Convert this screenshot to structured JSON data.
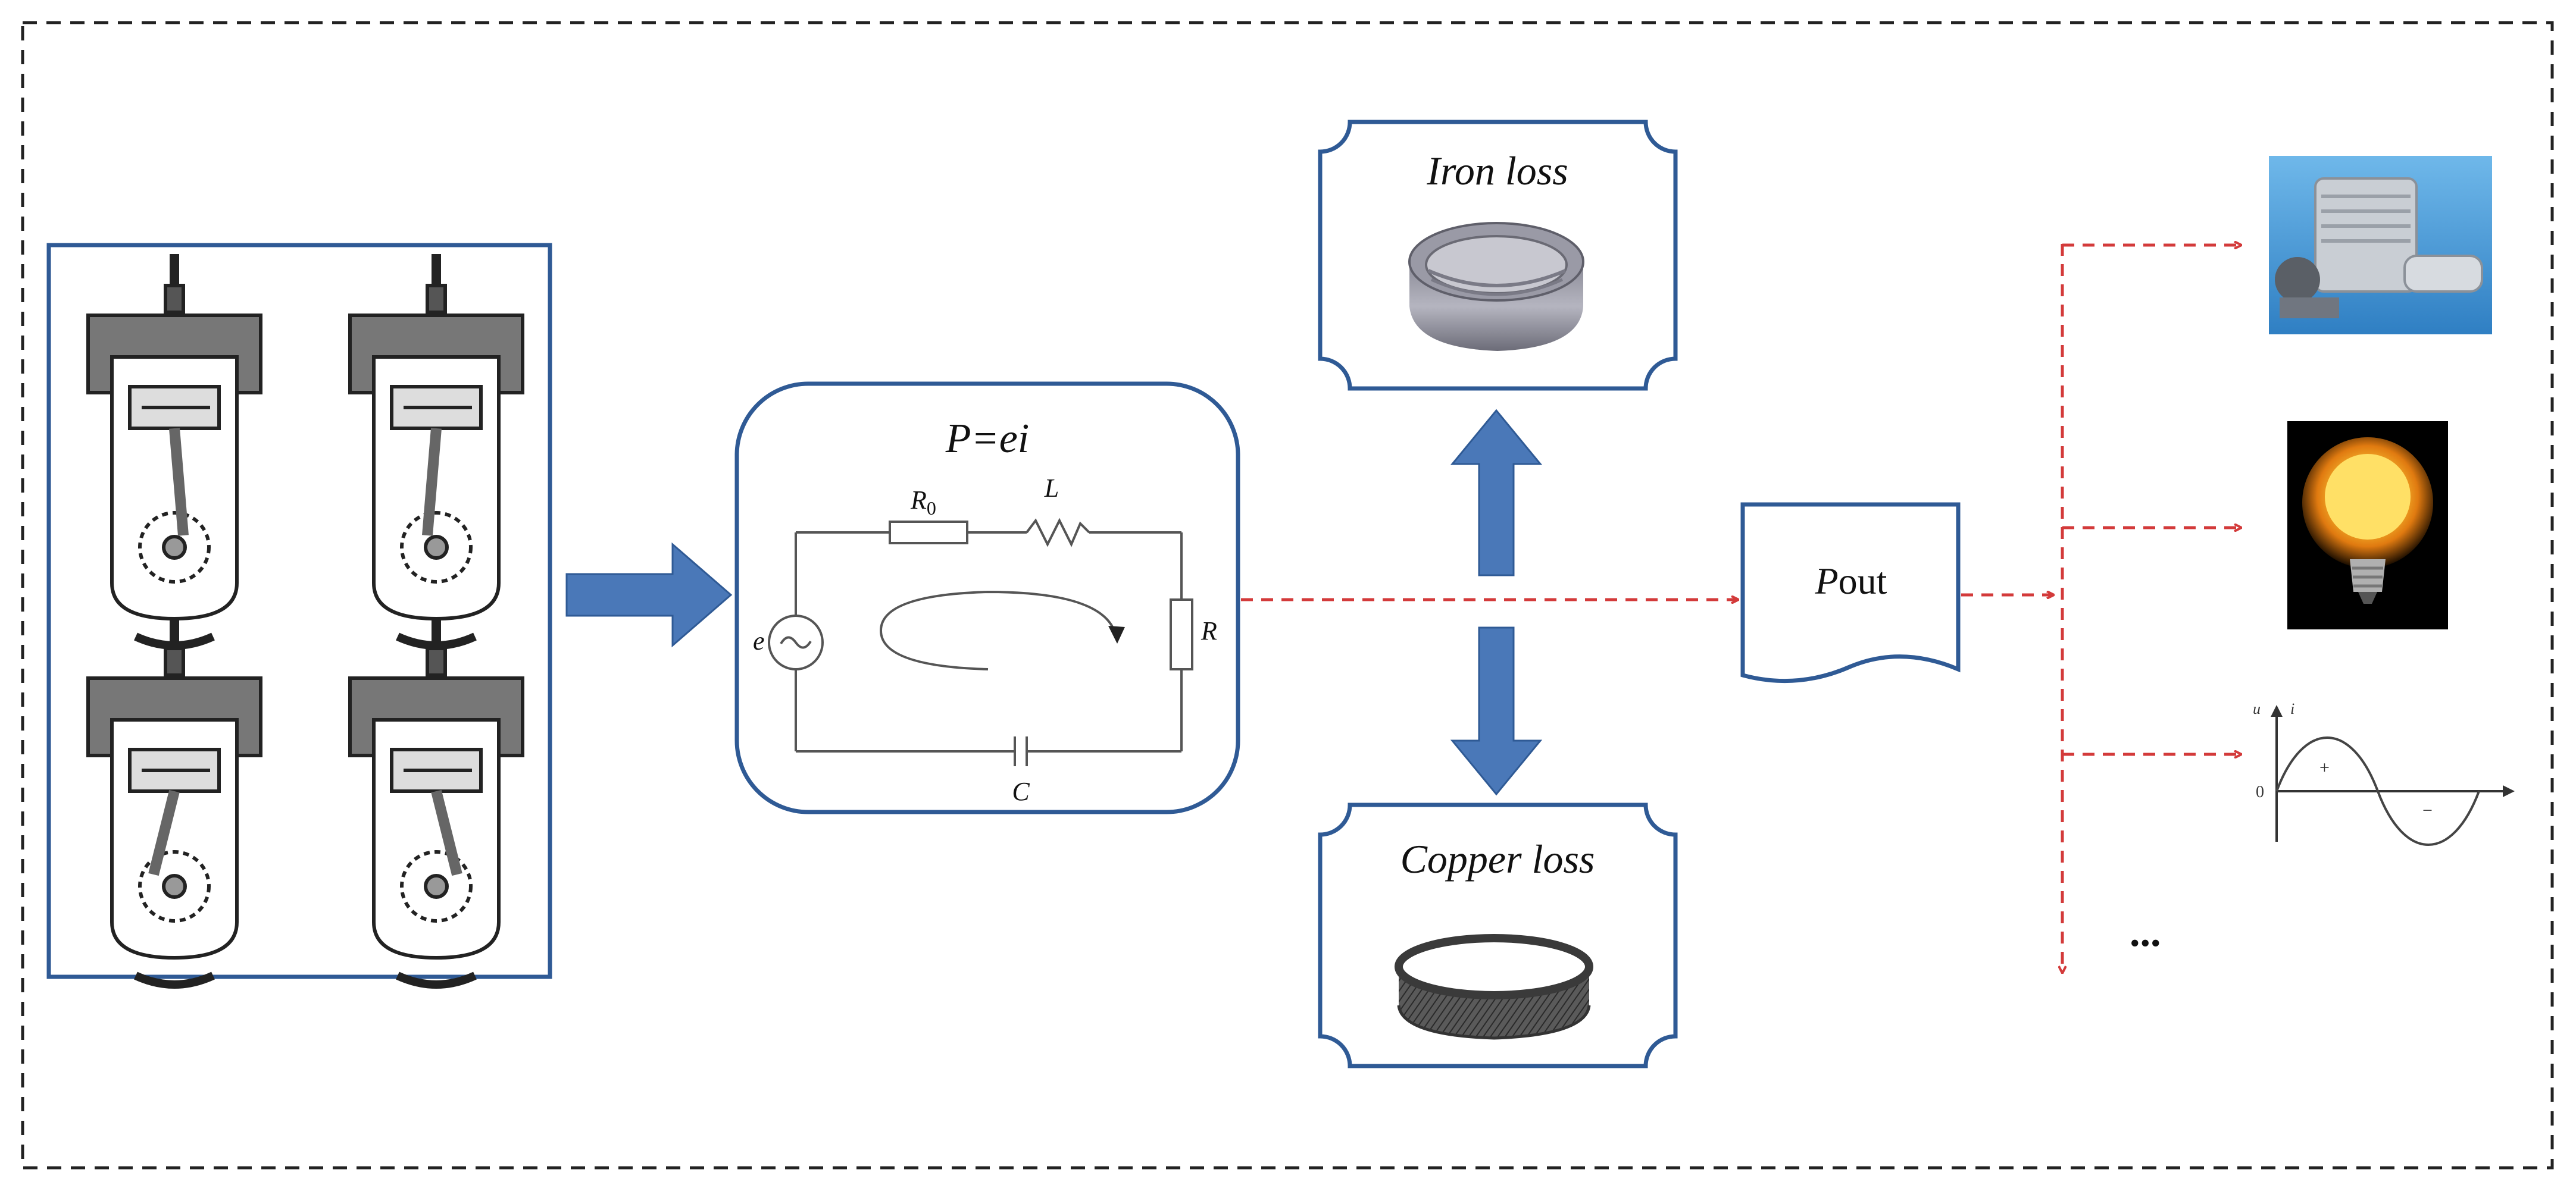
{
  "circuit": {
    "equation": "P=ei",
    "labels": {
      "r0_base": "R",
      "r0_sub": "0",
      "inductor": "L",
      "load": "R",
      "source": "e",
      "capacitor": "C"
    }
  },
  "losses": {
    "iron": "Iron loss",
    "copper": "Copper loss"
  },
  "output": {
    "pout_italic": "P",
    "pout_rest": "out"
  },
  "applications": {
    "graph": {
      "y_label": "u",
      "y2_label": "i",
      "origin": "0",
      "plus": "+",
      "minus": "−"
    },
    "more": "..."
  },
  "colors": {
    "box_blue": "#2f5a95",
    "arrow_blue": "#4a78b8",
    "dash_red": "#d33a3a",
    "frame": "#222222"
  },
  "icons": [
    "engine-cylinder-icon",
    "iron-ring-icon",
    "copper-coil-icon",
    "model-engine-icon",
    "light-bulb-icon"
  ]
}
